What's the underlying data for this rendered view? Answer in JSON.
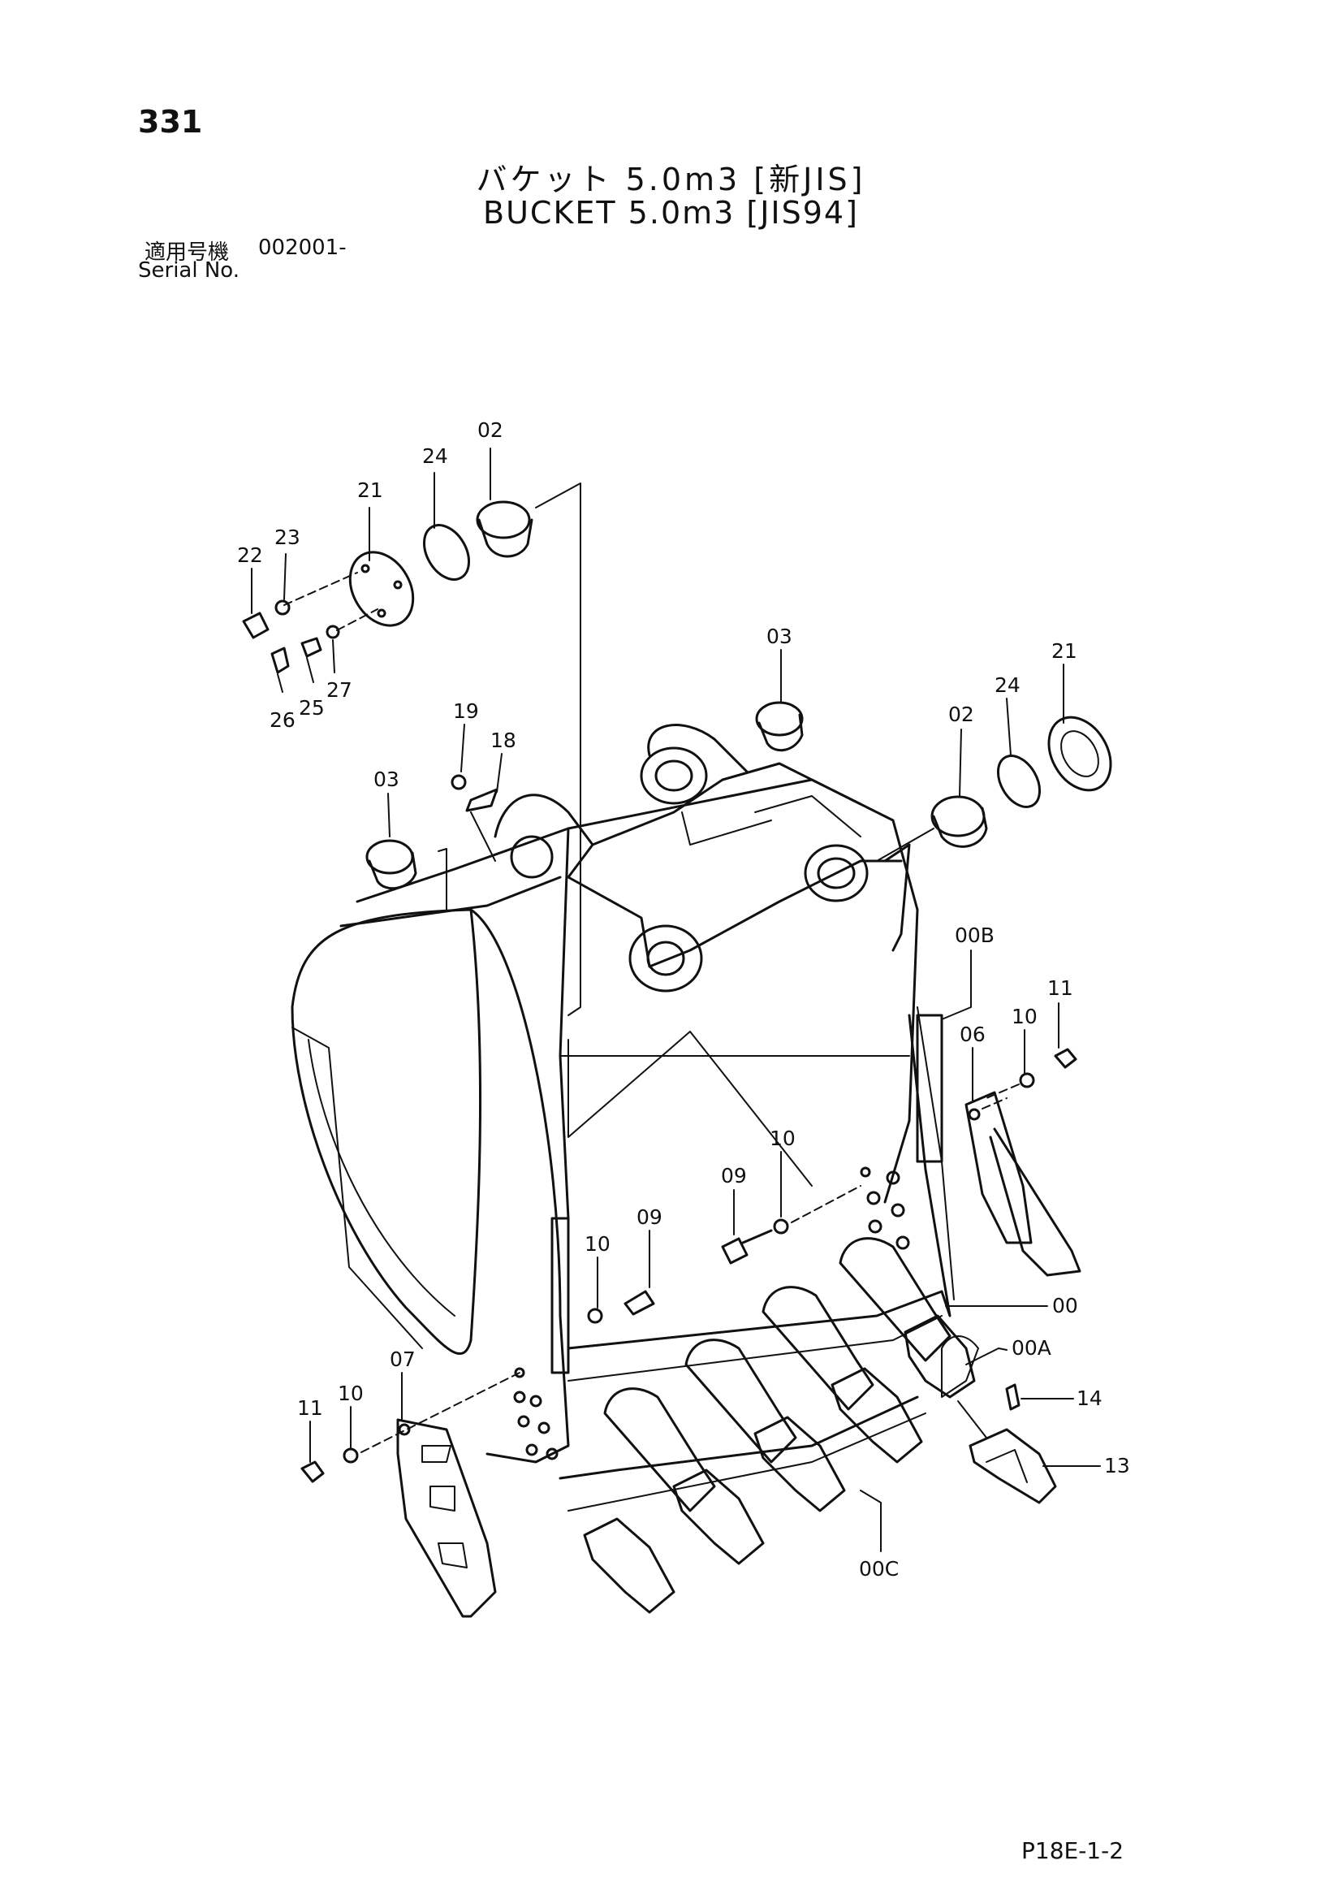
{
  "page_number": "331",
  "title_ja": "バケット 5.0m3 [新JIS]",
  "title_en": "BUCKET 5.0m3 [JIS94]",
  "serial_label_ja": "適用号機",
  "serial_value": "002001-",
  "serial_label_en": "Serial No.",
  "footer_code": "P18E-1-2",
  "callouts": {
    "c02_top": "02",
    "c24_top": "24",
    "c21_top": "21",
    "c23": "23",
    "c22": "22",
    "c26": "26",
    "c25": "25",
    "c27": "27",
    "c03_right": "03",
    "c21_right": "21",
    "c24_right": "24",
    "c02_right": "02",
    "c19": "19",
    "c18": "18",
    "c03_left": "03",
    "c00B": "00B",
    "c11_right": "11",
    "c10_right": "10",
    "c06": "06",
    "c10_mid": "10",
    "c09_mid": "09",
    "c09_low": "09",
    "c10_low": "10",
    "c00": "00",
    "c00A": "00A",
    "c14": "14",
    "c07": "07",
    "c10_left": "10",
    "c11_left": "11",
    "c13": "13",
    "c00C": "00C"
  }
}
